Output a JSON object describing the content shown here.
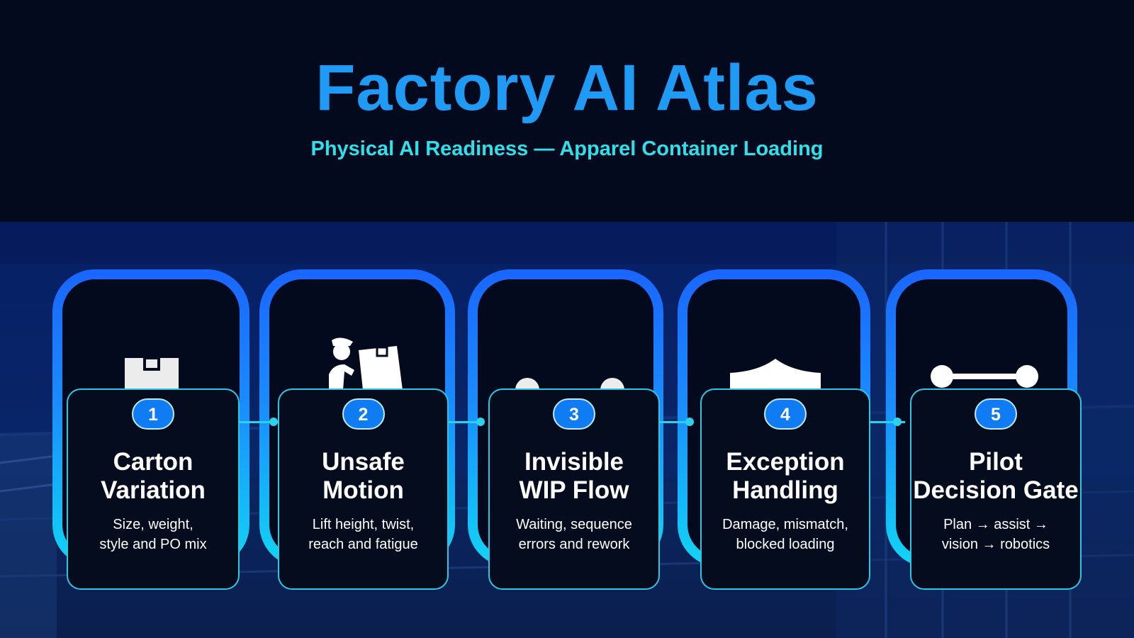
{
  "header": {
    "title": "Factory AI Atlas",
    "subtitle": "Physical AI Readiness — Apparel Container Loading"
  },
  "colors": {
    "title": "#1f9bf5",
    "subtitle": "#2ee0ea",
    "accent_blue": "#1a66ff",
    "accent_cyan": "#11d6f4",
    "badge": "#0f7cf4"
  },
  "steps": [
    {
      "number": "1",
      "title_line1": "Carton",
      "title_line2": "Variation",
      "desc_line1": "Size, weight,",
      "desc_line2": "style and PO mix",
      "icon": "carton-box-icon"
    },
    {
      "number": "2",
      "title_line1": "Unsafe",
      "title_line2": "Motion",
      "desc_line1": "Lift height, twist,",
      "desc_line2": "reach and fatigue",
      "icon": "worker-lifting-box-icon"
    },
    {
      "number": "3",
      "title_line1": "Invisible",
      "title_line2": "WIP Flow",
      "desc_line1": "Waiting, sequence",
      "desc_line2": "errors and rework",
      "icon": "flow-nodes-icon"
    },
    {
      "number": "4",
      "title_line1": "Exception",
      "title_line2": "Handling",
      "desc_line1": "Damage, mismatch,",
      "desc_line2": "blocked loading",
      "icon": "shield-icon"
    },
    {
      "number": "5",
      "title_line1": "Pilot",
      "title_line2": "Decision Gate",
      "desc_line1": "Plan → assist →",
      "desc_line2": "vision → robotics",
      "icon": "pipeline-icon"
    }
  ]
}
